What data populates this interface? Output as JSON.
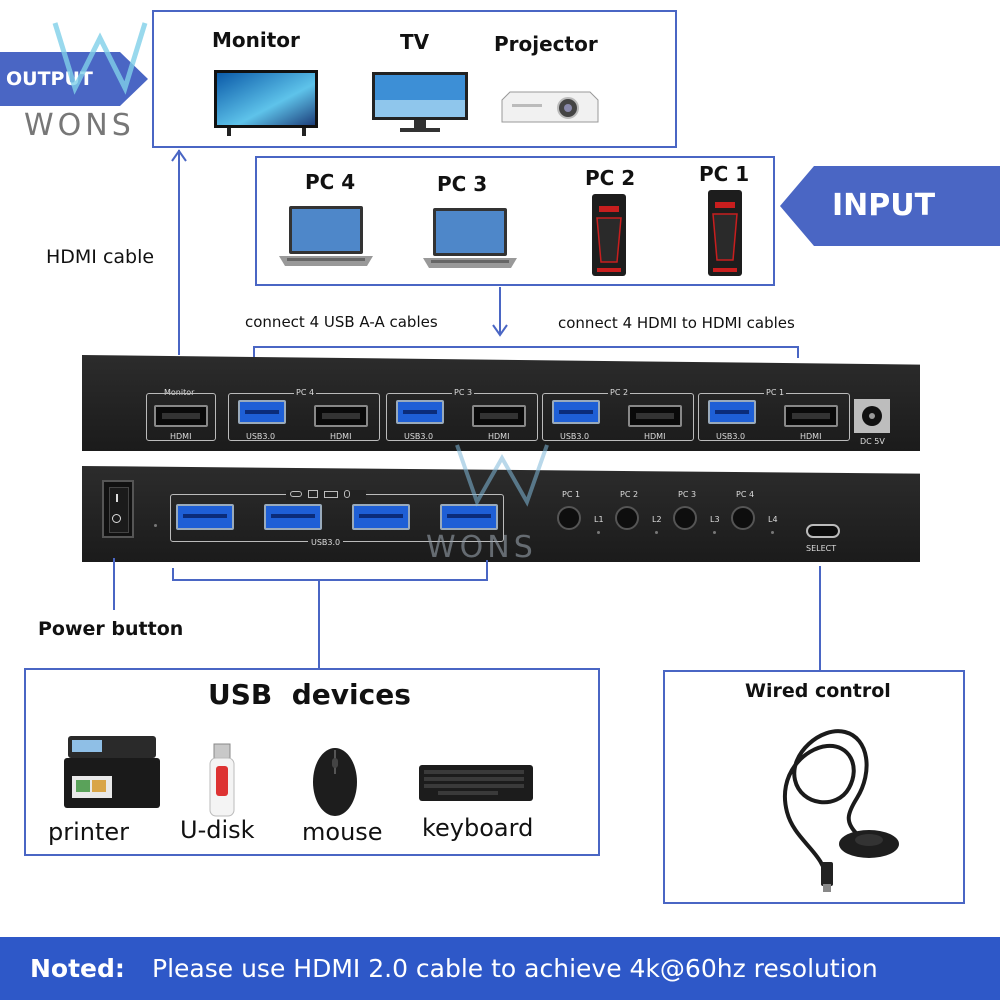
{
  "watermark": {
    "text": "WONS"
  },
  "output": {
    "tag": "OUTPUT",
    "items": [
      {
        "label": "Monitor",
        "icon": "monitor-icon"
      },
      {
        "label": "TV",
        "icon": "tv-icon"
      },
      {
        "label": "Projector",
        "icon": "projector-icon"
      }
    ]
  },
  "input": {
    "tag": "INPUT",
    "items": [
      {
        "label": "PC 4",
        "icon": "laptop-icon"
      },
      {
        "label": "PC 3",
        "icon": "laptop-icon"
      },
      {
        "label": "PC 2",
        "icon": "desktop-tower-icon"
      },
      {
        "label": "PC 1",
        "icon": "desktop-tower-icon"
      }
    ]
  },
  "labels": {
    "hdmi_cable": "HDMI cable",
    "usb_cables": "connect 4 USB A-A cables",
    "hdmi_cables": "connect 4 HDMI to HDMI cables",
    "power_button": "Power button"
  },
  "rear_panel": {
    "monitor_top": "Monitor",
    "monitor_bottom": "HDMI",
    "groups": [
      {
        "title": "PC 4",
        "usb": "USB3.0",
        "hdmi": "HDMI"
      },
      {
        "title": "PC 3",
        "usb": "USB3.0",
        "hdmi": "HDMI"
      },
      {
        "title": "PC 2",
        "usb": "USB3.0",
        "hdmi": "HDMI"
      },
      {
        "title": "PC 1",
        "usb": "USB3.0",
        "hdmi": "HDMI"
      }
    ],
    "dc": "DC 5V"
  },
  "front_panel": {
    "usb_label": "USB3.0",
    "buttons": [
      {
        "pc": "PC 1",
        "led": "L1"
      },
      {
        "pc": "PC 2",
        "led": "L2"
      },
      {
        "pc": "PC 3",
        "led": "L3"
      },
      {
        "pc": "PC 4",
        "led": "L4"
      }
    ],
    "select": "SELECT"
  },
  "usb_devices": {
    "title": "USB  devices",
    "items": [
      {
        "label": "printer",
        "icon": "printer-icon"
      },
      {
        "label": "U-disk",
        "icon": "usb-drive-icon"
      },
      {
        "label": "mouse",
        "icon": "mouse-icon"
      },
      {
        "label": "keyboard",
        "icon": "keyboard-icon"
      }
    ]
  },
  "wired_control": {
    "title": "Wired control",
    "icon": "wired-remote-icon"
  },
  "note": {
    "prefix": "Noted:",
    "text": "Please use HDMI 2.0 cable to achieve 4k@60hz resolution"
  },
  "colors": {
    "accent": "#4a66c4",
    "banner": "#2e58c8"
  }
}
